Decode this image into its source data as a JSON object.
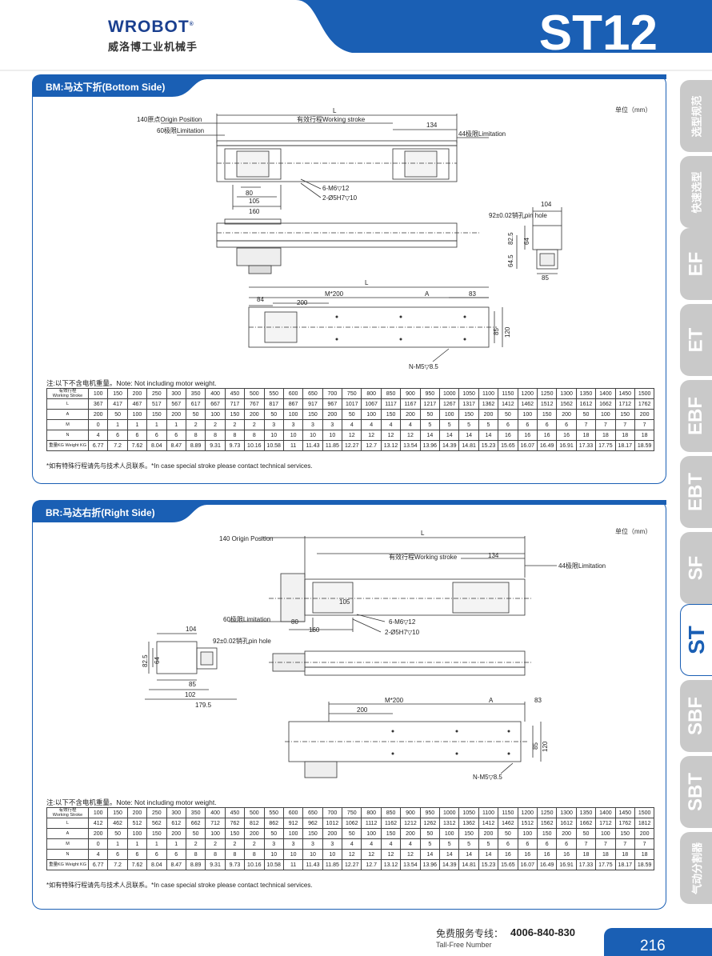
{
  "header": {
    "brand_en": "ROBOT",
    "brand_mark": "W",
    "brand_reg": "®",
    "brand_cn": "威洛博工业机械手",
    "model": "ST12"
  },
  "sidebar": {
    "items": [
      {
        "label": "选型规范",
        "active": false
      },
      {
        "label": "快速选型",
        "active": false
      },
      {
        "label": "EF",
        "active": false
      },
      {
        "label": "ET",
        "active": false
      },
      {
        "label": "EBF",
        "active": false
      },
      {
        "label": "EBT",
        "active": false
      },
      {
        "label": "SF",
        "active": false
      },
      {
        "label": "ST",
        "active": true
      },
      {
        "label": "SBF",
        "active": false
      },
      {
        "label": "SBT",
        "active": false
      },
      {
        "label": "气动分割器",
        "active": false
      }
    ]
  },
  "colors": {
    "brand_blue": "#1a5fb4",
    "tab_gray": "#c9c9c9"
  },
  "sections": [
    {
      "title": "BM:马达下折(Bottom Side)",
      "unit": "单位（mm）",
      "labels": {
        "L": "L",
        "origin": "140原点Origin Position",
        "limit60": "60极限Limitation",
        "working": "有效行程Working stroke",
        "d134": "134",
        "limit44": "44极限Limitation",
        "d80": "80",
        "d105": "105",
        "d160": "160",
        "m6": "6-M6▽12",
        "pin": "2-Ø5H7▽10",
        "pinhole": "92±0.02销孔pin hole",
        "d104": "104",
        "d825": "82.5",
        "d64": "64",
        "d645": "64.5",
        "d85": "85",
        "M200": "M*200",
        "A": "A",
        "d83": "83",
        "d84": "84",
        "d200": "200",
        "d85b": "85",
        "d120": "120",
        "nm5": "N-M5▽8.5"
      },
      "note": "注:以下不含电机重量。Note: Not including motor weight.",
      "footnote": "*如有特殊行程请先与技术人员联系。*In case special stroke please contact technical services.",
      "table": {
        "header": [
          "有效行程",
          "Working Stroke"
        ],
        "strokes": [
          "100",
          "150",
          "200",
          "250",
          "300",
          "350",
          "400",
          "450",
          "500",
          "550",
          "600",
          "650",
          "700",
          "750",
          "800",
          "850",
          "900",
          "950",
          "1000",
          "1050",
          "1100",
          "1150",
          "1200",
          "1250",
          "1300",
          "1350",
          "1400",
          "1450",
          "1500"
        ],
        "rows": [
          {
            "label": "L",
            "values": [
              "367",
              "417",
              "467",
              "517",
              "567",
              "617",
              "667",
              "717",
              "767",
              "817",
              "867",
              "917",
              "967",
              "1017",
              "1067",
              "1117",
              "1167",
              "1217",
              "1267",
              "1317",
              "1362",
              "1412",
              "1462",
              "1512",
              "1562",
              "1612",
              "1662",
              "1712",
              "1762"
            ]
          },
          {
            "label": "A",
            "values": [
              "200",
              "50",
              "100",
              "150",
              "200",
              "50",
              "100",
              "150",
              "200",
              "50",
              "100",
              "150",
              "200",
              "50",
              "100",
              "150",
              "200",
              "50",
              "100",
              "150",
              "200",
              "50",
              "100",
              "150",
              "200",
              "50",
              "100",
              "150",
              "200"
            ]
          },
          {
            "label": "M",
            "values": [
              "0",
              "1",
              "1",
              "1",
              "1",
              "2",
              "2",
              "2",
              "2",
              "3",
              "3",
              "3",
              "3",
              "4",
              "4",
              "4",
              "4",
              "5",
              "5",
              "5",
              "5",
              "6",
              "6",
              "6",
              "6",
              "7",
              "7",
              "7",
              "7"
            ]
          },
          {
            "label": "N",
            "values": [
              "4",
              "6",
              "6",
              "6",
              "6",
              "8",
              "8",
              "8",
              "8",
              "10",
              "10",
              "10",
              "10",
              "12",
              "12",
              "12",
              "12",
              "14",
              "14",
              "14",
              "14",
              "16",
              "16",
              "16",
              "16",
              "18",
              "18",
              "18",
              "18"
            ]
          },
          {
            "label": "重量KG Weight KG",
            "values": [
              "6.77",
              "7.2",
              "7.62",
              "8.04",
              "8.47",
              "8.89",
              "9.31",
              "9.73",
              "10.16",
              "10.58",
              "11",
              "11.43",
              "11.85",
              "12.27",
              "12.7",
              "13.12",
              "13.54",
              "13.96",
              "14.39",
              "14.81",
              "15.23",
              "15.65",
              "16.07",
              "16.49",
              "16.91",
              "17.33",
              "17.75",
              "18.17",
              "18.59"
            ]
          }
        ]
      }
    },
    {
      "title": "BR:马达右折(Right Side)",
      "unit": "单位（mm）",
      "labels": {
        "L": "L",
        "origin": "140 Origin Position",
        "limit60": "60极限Limitation",
        "working": "有效行程Working stroke",
        "d134": "134",
        "limit44": "44极限Limitation",
        "d80": "80",
        "d105": "105",
        "d160": "160",
        "m6": "6-M6▽12",
        "pin": "2-Ø5H7▽10",
        "pinhole": "92±0.02销孔pin hole",
        "d104": "104",
        "d825": "82.5",
        "d64": "64",
        "d85": "85",
        "d102": "102",
        "d1795": "179.5",
        "M200": "M*200",
        "A": "A",
        "d83": "83",
        "d200": "200",
        "d85b": "85",
        "d120": "120",
        "nm5": "N-M5▽8.5"
      },
      "note": "注:以下不含电机重量。Note: Not including motor weight.",
      "footnote": "*如有特殊行程请先与技术人员联系。*In case special stroke please contact technical services.",
      "table": {
        "header": [
          "有效行程",
          "Working Stroke"
        ],
        "strokes": [
          "100",
          "150",
          "200",
          "250",
          "300",
          "350",
          "400",
          "450",
          "500",
          "550",
          "600",
          "650",
          "700",
          "750",
          "800",
          "850",
          "900",
          "950",
          "1000",
          "1050",
          "1100",
          "1150",
          "1200",
          "1250",
          "1300",
          "1350",
          "1400",
          "1450",
          "1500"
        ],
        "rows": [
          {
            "label": "L",
            "values": [
              "412",
              "462",
              "512",
              "562",
              "612",
              "662",
              "712",
              "762",
              "812",
              "862",
              "912",
              "962",
              "1012",
              "1062",
              "1112",
              "1162",
              "1212",
              "1262",
              "1312",
              "1362",
              "1412",
              "1462",
              "1512",
              "1562",
              "1612",
              "1662",
              "1712",
              "1762",
              "1812"
            ]
          },
          {
            "label": "A",
            "values": [
              "200",
              "50",
              "100",
              "150",
              "200",
              "50",
              "100",
              "150",
              "200",
              "50",
              "100",
              "150",
              "200",
              "50",
              "100",
              "150",
              "200",
              "50",
              "100",
              "150",
              "200",
              "50",
              "100",
              "150",
              "200",
              "50",
              "100",
              "150",
              "200"
            ]
          },
          {
            "label": "M",
            "values": [
              "0",
              "1",
              "1",
              "1",
              "1",
              "2",
              "2",
              "2",
              "2",
              "3",
              "3",
              "3",
              "3",
              "4",
              "4",
              "4",
              "4",
              "5",
              "5",
              "5",
              "5",
              "6",
              "6",
              "6",
              "6",
              "7",
              "7",
              "7",
              "7"
            ]
          },
          {
            "label": "N",
            "values": [
              "4",
              "6",
              "6",
              "6",
              "6",
              "8",
              "8",
              "8",
              "8",
              "10",
              "10",
              "10",
              "10",
              "12",
              "12",
              "12",
              "12",
              "14",
              "14",
              "14",
              "14",
              "16",
              "16",
              "16",
              "16",
              "18",
              "18",
              "18",
              "18"
            ]
          },
          {
            "label": "重量KG Weight KG",
            "values": [
              "6.77",
              "7.2",
              "7.62",
              "8.04",
              "8.47",
              "8.89",
              "9.31",
              "9.73",
              "10.16",
              "10.58",
              "11",
              "11.43",
              "11.85",
              "12.27",
              "12.7",
              "13.12",
              "13.54",
              "13.96",
              "14.39",
              "14.81",
              "15.23",
              "15.65",
              "16.07",
              "16.49",
              "16.91",
              "17.33",
              "17.75",
              "18.17",
              "18.59"
            ]
          }
        ]
      }
    }
  ],
  "footer": {
    "service_cn": "免费服务专线：",
    "service_en": "Tall-Free Number",
    "phone": "4006-840-830",
    "page": "216"
  }
}
